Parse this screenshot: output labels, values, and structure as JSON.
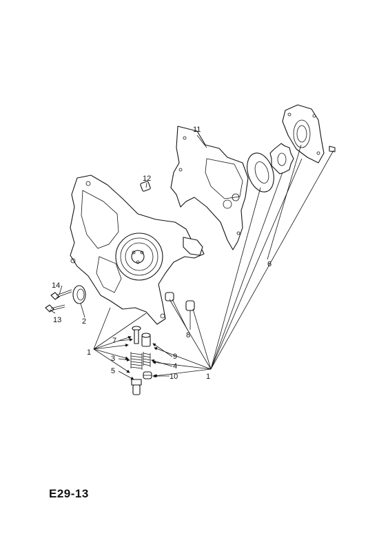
{
  "figure_code": "E29-13",
  "callouts": {
    "c1a": "1",
    "c1b": "1",
    "c2": "2",
    "c3": "3",
    "c4": "4",
    "c5": "5",
    "c6": "6",
    "c7": "7",
    "c8": "8",
    "c9": "9",
    "c10": "10",
    "c11": "11",
    "c12": "12",
    "c13": "13",
    "c14": "14"
  }
}
